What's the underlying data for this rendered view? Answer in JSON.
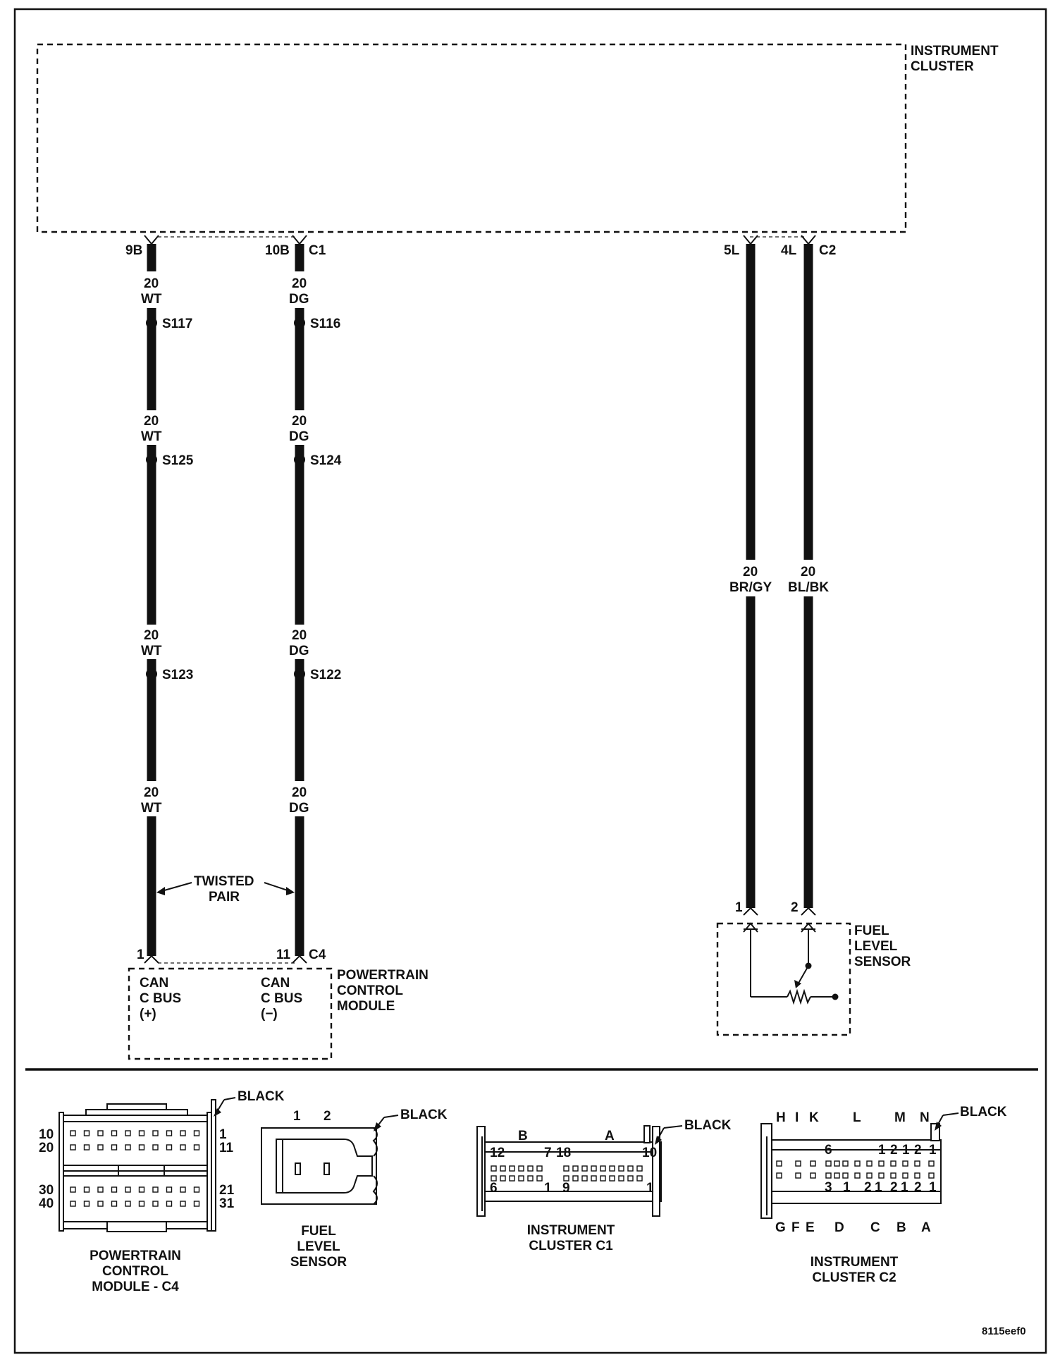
{
  "title_code": "8115eef0",
  "instrument_cluster": {
    "label_line1": "INSTRUMENT",
    "label_line2": "CLUSTER"
  },
  "can_plus": {
    "cavity_top": "9B",
    "segments": [
      {
        "gauge": "20",
        "color": "WT"
      },
      {
        "gauge": "20",
        "color": "WT"
      },
      {
        "gauge": "20",
        "color": "WT"
      },
      {
        "gauge": "20",
        "color": "WT"
      }
    ],
    "splices": [
      "S117",
      "S125",
      "S123"
    ],
    "cavity_bottom": "1",
    "function_line1": "CAN",
    "function_line2": "C BUS",
    "function_line3": "(+)"
  },
  "can_minus": {
    "cavity_top": "10B",
    "connector_top": "C1",
    "segments": [
      {
        "gauge": "20",
        "color": "DG"
      },
      {
        "gauge": "20",
        "color": "DG"
      },
      {
        "gauge": "20",
        "color": "DG"
      },
      {
        "gauge": "20",
        "color": "DG"
      }
    ],
    "splices": [
      "S116",
      "S124",
      "S122"
    ],
    "cavity_bottom": "11",
    "connector_bottom": "C4",
    "function_line1": "CAN",
    "function_line2": "C BUS",
    "function_line3": "(−)"
  },
  "twisted_pair": {
    "line1": "TWISTED",
    "line2": "PAIR"
  },
  "pcm": {
    "line1": "POWERTRAIN",
    "line2": "CONTROL",
    "line3": "MODULE"
  },
  "fuel_wire_1": {
    "cavity_top": "5L",
    "gauge": "20",
    "color": "BR/GY",
    "cavity_bottom": "1"
  },
  "fuel_wire_2": {
    "cavity_top": "4L",
    "connector_top": "C2",
    "gauge": "20",
    "color": "BL/BK",
    "cavity_bottom": "2"
  },
  "fuel_sensor": {
    "line1": "FUEL",
    "line2": "LEVEL",
    "line3": "SENSOR"
  },
  "connector_views": {
    "pcm_c4": {
      "color": "BLACK",
      "pins_left": [
        "10",
        "20",
        "30",
        "40"
      ],
      "pins_right": [
        "1",
        "11",
        "21",
        "31"
      ],
      "name_line1": "POWERTRAIN",
      "name_line2": "CONTROL",
      "name_line3": "MODULE - C4"
    },
    "fuel_level_sensor": {
      "color": "BLACK",
      "pin1": "1",
      "pin2": "2",
      "name_line1": "FUEL",
      "name_line2": "LEVEL",
      "name_line3": "SENSOR"
    },
    "cluster_c1": {
      "color": "BLACK",
      "row_b": "B",
      "row_a": "A",
      "n12": "12",
      "n7": "7",
      "n18": "18",
      "n10": "10",
      "n6": "6",
      "n1a": "1",
      "n9": "9",
      "n1b": "1",
      "name_line1": "INSTRUMENT",
      "name_line2": "CLUSTER C1"
    },
    "cluster_c2": {
      "color": "BLACK",
      "top_letters": [
        "H",
        "I",
        "K",
        "L",
        "M",
        "N"
      ],
      "bottom_letters": [
        "G",
        "F",
        "E",
        "D",
        "C",
        "B",
        "A"
      ],
      "top_nums": [
        "6",
        "1",
        "2",
        "1",
        "2",
        "1"
      ],
      "bottom_nums": [
        "3",
        "1",
        "2",
        "1",
        "2",
        "1",
        "2",
        "1"
      ],
      "name_line1": "INSTRUMENT",
      "name_line2": "CLUSTER C2"
    }
  }
}
